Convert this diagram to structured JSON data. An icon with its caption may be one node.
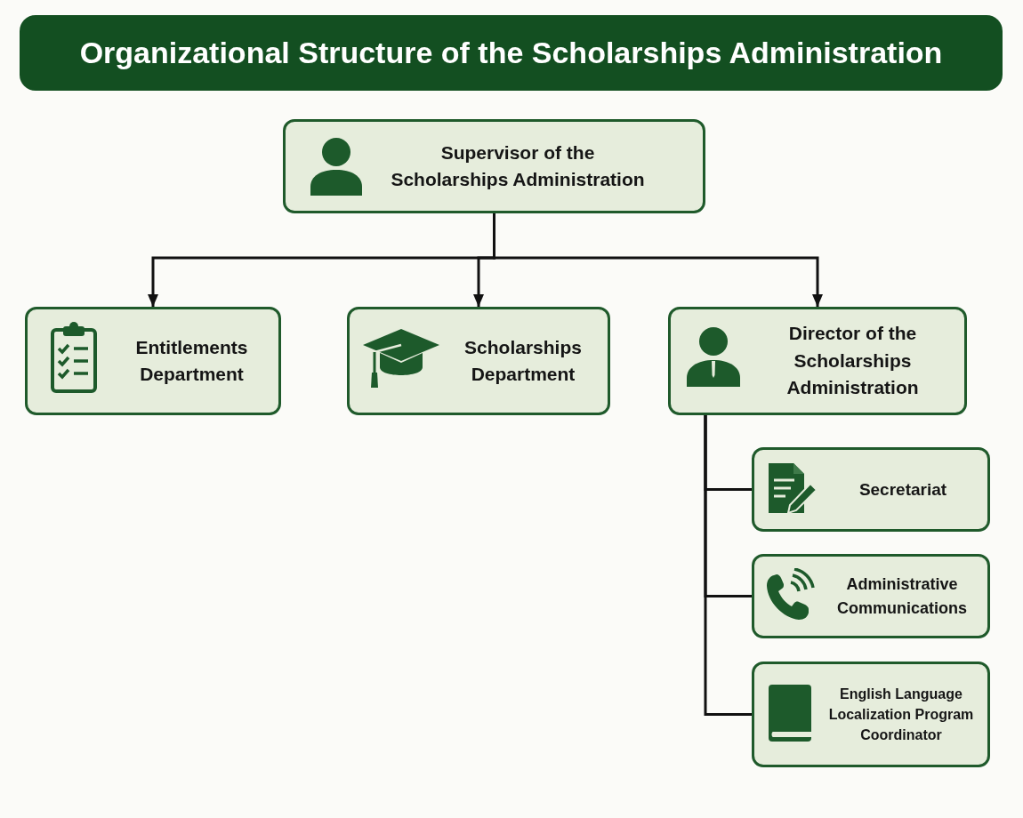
{
  "diagram": {
    "title": "Organizational Structure of the Scholarships Administration",
    "nodes": [
      {
        "text": [
          "Supervisor of the Scholarships Administration"
        ]
      },
      {
        "text": [
          "Entitlements Department"
        ]
      },
      {
        "text": [
          "Scholarships Department"
        ]
      },
      {
        "text": [
          "Director of the Scholarships Administration"
        ]
      },
      {
        "text": [
          "Secretariat"
        ]
      },
      {
        "text": [
          "Administrative Communications"
        ]
      },
      {
        "text": [
          "English Language Localization Program Coordinator"
        ]
      }
    ],
    "edges": [
      {
        "from": 0,
        "to": 1,
        "arrow": "to"
      },
      {
        "from": 0,
        "to": 2,
        "arrow": "to"
      },
      {
        "from": 0,
        "to": 3,
        "arrow": "to"
      },
      {
        "from": 3,
        "to": 4,
        "arrow": "none"
      },
      {
        "from": 3,
        "to": 5,
        "arrow": "none"
      },
      {
        "from": 3,
        "to": 6,
        "arrow": "none"
      }
    ]
  }
}
